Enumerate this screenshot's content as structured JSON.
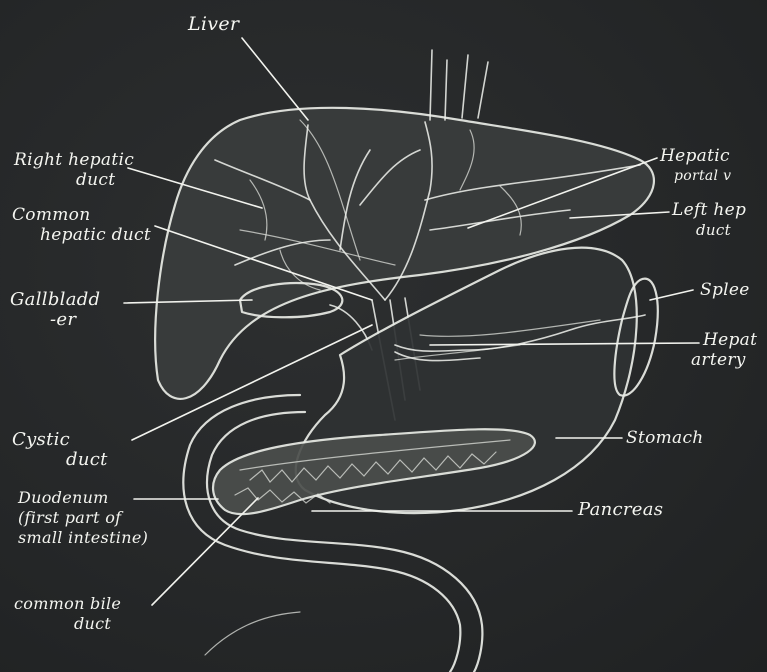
{
  "labels": {
    "liver": "Liver",
    "right_hepatic_duct": [
      "Right hepatic",
      "duct"
    ],
    "common_hepatic_duct": [
      "Common",
      "hepatic duct"
    ],
    "gallbladder": [
      "Gallbladd",
      "-er"
    ],
    "cystic_duct": [
      "Cystic",
      "duct"
    ],
    "duodenum": [
      "Duodenum",
      "(first part of",
      "small intestine)"
    ],
    "common_bile_duct": [
      "common bile",
      "duct"
    ],
    "hepatic_portal_vein": [
      "Hepatic",
      "portal v"
    ],
    "left_hepatic_duct": [
      "Left hep",
      "duct"
    ],
    "spleen": "Splee",
    "hepatic_artery": [
      "Hepat",
      "artery"
    ],
    "stomach": "Stomach",
    "pancreas": "Pancreas"
  },
  "colors": {
    "board": "#262829",
    "chalk": "#f0f2ec"
  }
}
